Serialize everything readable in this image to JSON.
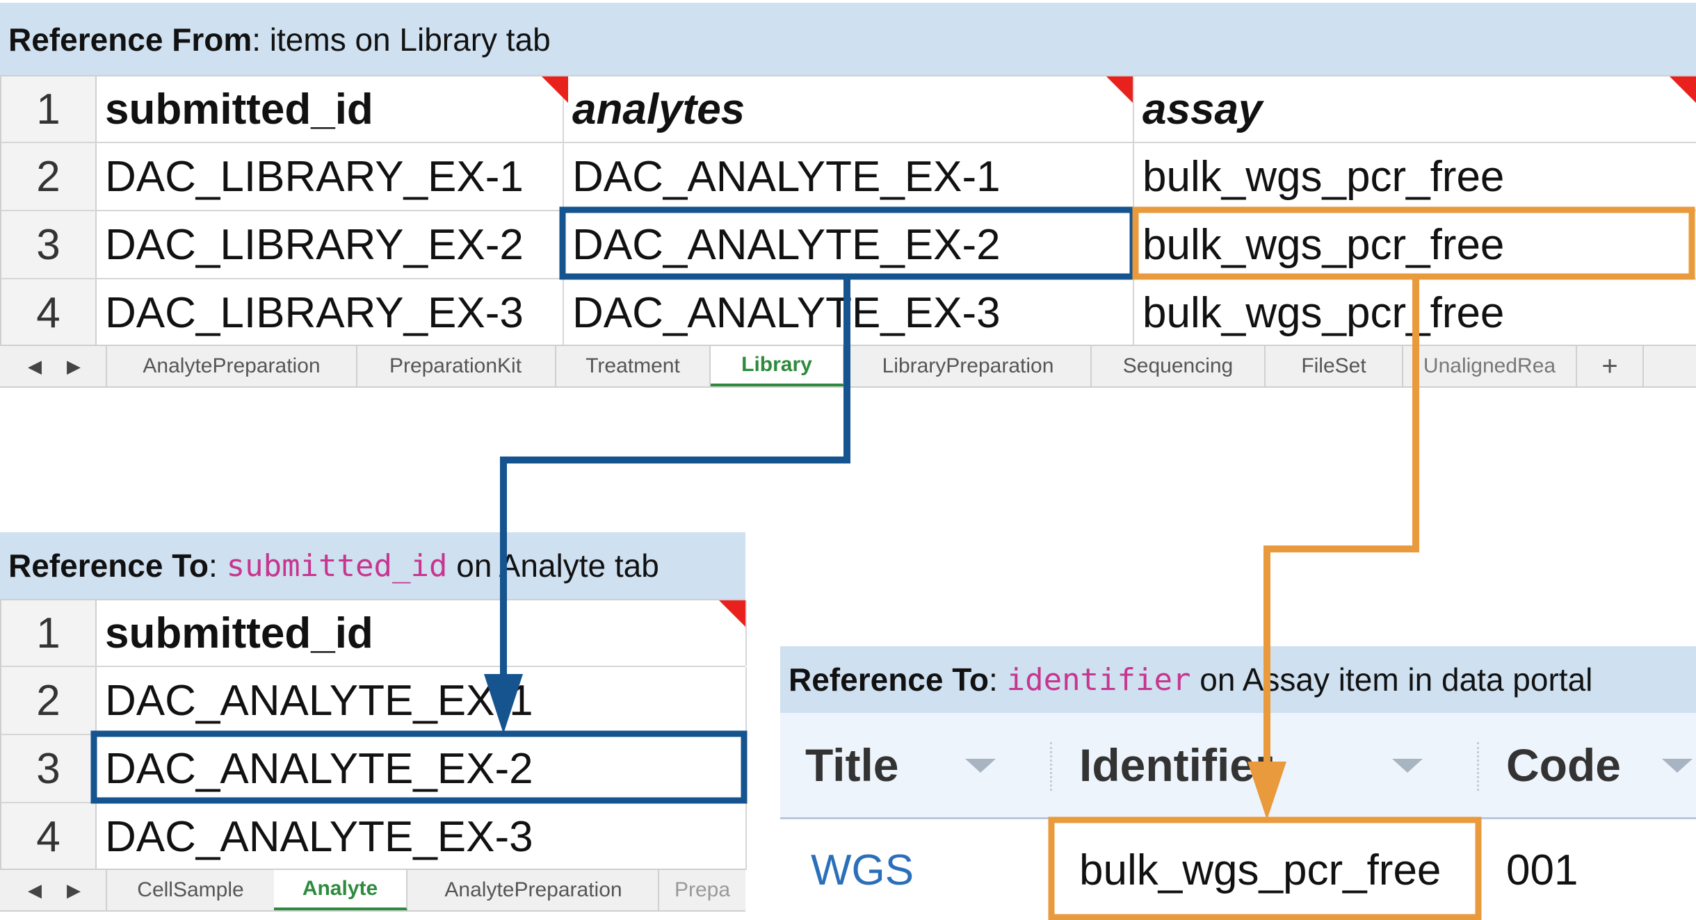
{
  "colors": {
    "caption_bg": "#cfe0f0",
    "blue_highlight": "#15548f",
    "orange_highlight": "#e89a3c",
    "code_pink": "#c7358f",
    "active_tab_green": "#2e8b3d",
    "required_flag_red": "#e8211c",
    "link_blue": "#2b6fba"
  },
  "library": {
    "caption_bold": "Reference From",
    "caption_rest": ": items on Library tab",
    "row_numbers": [
      "1",
      "2",
      "3",
      "4"
    ],
    "headers": [
      "submitted_id",
      "analytes",
      "assay"
    ],
    "rows": [
      [
        "DAC_LIBRARY_EX-1",
        "DAC_ANALYTE_EX-1",
        "bulk_wgs_pcr_free"
      ],
      [
        "DAC_LIBRARY_EX-2",
        "DAC_ANALYTE_EX-2",
        "bulk_wgs_pcr_free"
      ],
      [
        "DAC_LIBRARY_EX-3",
        "DAC_ANALYTE_EX-3",
        "bulk_wgs_pcr_free"
      ]
    ],
    "tabs": [
      "AnalytePreparation",
      "PreparationKit",
      "Treatment",
      "Library",
      "LibraryPreparation",
      "Sequencing",
      "FileSet",
      "UnalignedRea"
    ],
    "active_tab": "Library",
    "add_tab_label": "+"
  },
  "analyte": {
    "caption_bold": "Reference To",
    "caption_colon": ": ",
    "caption_code": "submitted_id",
    "caption_rest": " on Analyte tab",
    "row_numbers": [
      "1",
      "2",
      "3",
      "4"
    ],
    "header": "submitted_id",
    "rows": [
      "DAC_ANALYTE_EX-1",
      "DAC_ANALYTE_EX-2",
      "DAC_ANALYTE_EX-3"
    ],
    "tabs": [
      "CellSample",
      "Analyte",
      "AnalytePreparation",
      "Prepa"
    ],
    "active_tab": "Analyte"
  },
  "portal": {
    "caption_bold": "Reference To",
    "caption_colon": ": ",
    "caption_code": "identifier",
    "caption_rest": " on Assay item in data portal",
    "headers": [
      "Title",
      "Identifier",
      "Code"
    ],
    "row": {
      "title": "WGS",
      "identifier": "bulk_wgs_pcr_free",
      "code": "001"
    }
  },
  "icons": {
    "nav_prev": "chevron-left-icon",
    "nav_next": "chevron-right-icon",
    "sort": "caret-down-icon",
    "required_flag": "red-corner-triangle-icon",
    "connector_arrow": "arrowhead-icon"
  }
}
